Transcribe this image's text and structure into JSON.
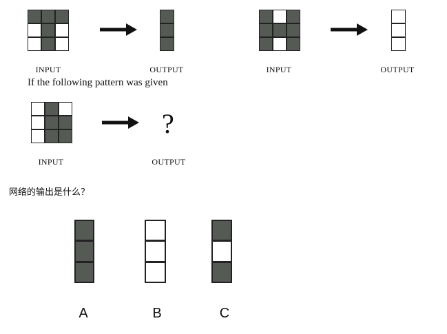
{
  "examples": [
    {
      "input_label": "INPUT",
      "output_label": "OUTPUT",
      "input_grid": [
        [
          1,
          1,
          1
        ],
        [
          0,
          1,
          0
        ],
        [
          0,
          1,
          0
        ]
      ],
      "output_column": [
        1,
        1,
        1
      ]
    },
    {
      "input_label": "INPUT",
      "output_label": "OUTPUT",
      "input_grid": [
        [
          1,
          0,
          1
        ],
        [
          1,
          1,
          1
        ],
        [
          1,
          0,
          1
        ]
      ],
      "output_column": [
        0,
        0,
        0
      ]
    }
  ],
  "prompt_text": "If the following pattern was given",
  "test": {
    "input_label": "INPUT",
    "output_label": "OUTPUT",
    "input_grid": [
      [
        0,
        1,
        0
      ],
      [
        0,
        1,
        1
      ],
      [
        0,
        1,
        1
      ]
    ],
    "unknown_symbol": "?"
  },
  "question_text": "网络的输出是什么？",
  "options": [
    {
      "label": "A",
      "column": [
        1,
        1,
        1
      ]
    },
    {
      "label": "B",
      "column": [
        0,
        0,
        0
      ]
    },
    {
      "label": "C",
      "column": [
        1,
        0,
        1
      ]
    }
  ],
  "colors": {
    "filled": "#555a55",
    "empty": "#ffffff",
    "border": "#222222"
  }
}
